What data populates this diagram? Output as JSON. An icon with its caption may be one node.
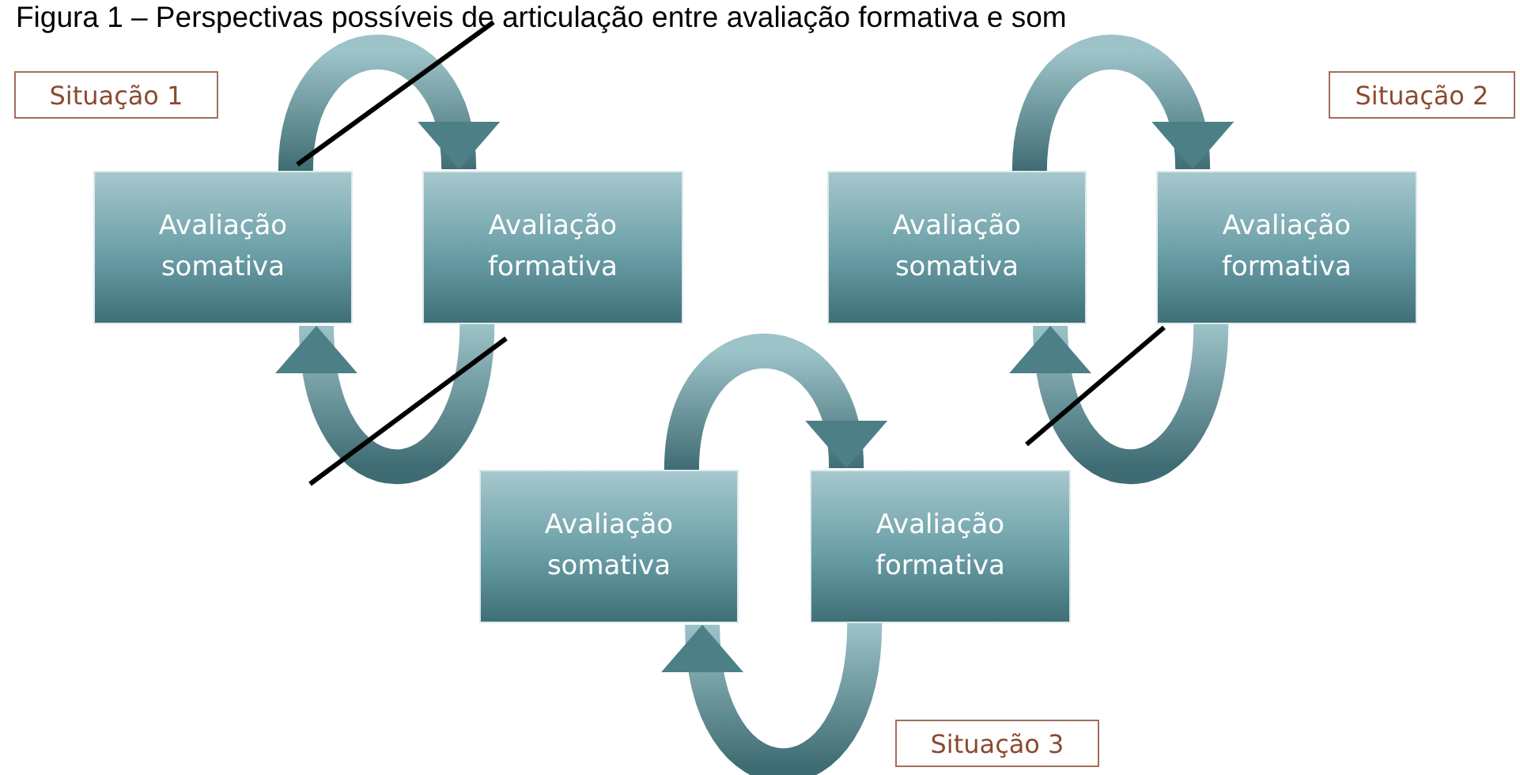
{
  "diagram": {
    "title": "Figura 1 – Perspectivas possíveis de articulação entre avaliação formativa e som",
    "nodes": [
      {
        "text": [
          "Situação 1"
        ]
      },
      {
        "text": [
          "Avaliação somativa"
        ]
      },
      {
        "text": [
          "Avaliação formativa"
        ]
      },
      {
        "text": [
          "Situação 2"
        ]
      },
      {
        "text": [
          "Avaliação somativa"
        ]
      },
      {
        "text": [
          "Avaliação formativa"
        ]
      },
      {
        "text": [
          "Avaliação somativa"
        ]
      },
      {
        "text": [
          "Avaliação formativa"
        ]
      },
      {
        "text": [
          "Situação 3"
        ]
      }
    ],
    "edges": [
      {
        "from": 1,
        "to": 2,
        "arrow": "to"
      },
      {
        "from": 2,
        "to": 1,
        "arrow": "to"
      },
      {
        "from": 4,
        "to": 5,
        "arrow": "to"
      },
      {
        "from": 5,
        "to": 4,
        "arrow": "to"
      },
      {
        "from": 6,
        "to": 7,
        "arrow": "to"
      },
      {
        "from": 7,
        "to": 6,
        "arrow": "to"
      }
    ]
  }
}
